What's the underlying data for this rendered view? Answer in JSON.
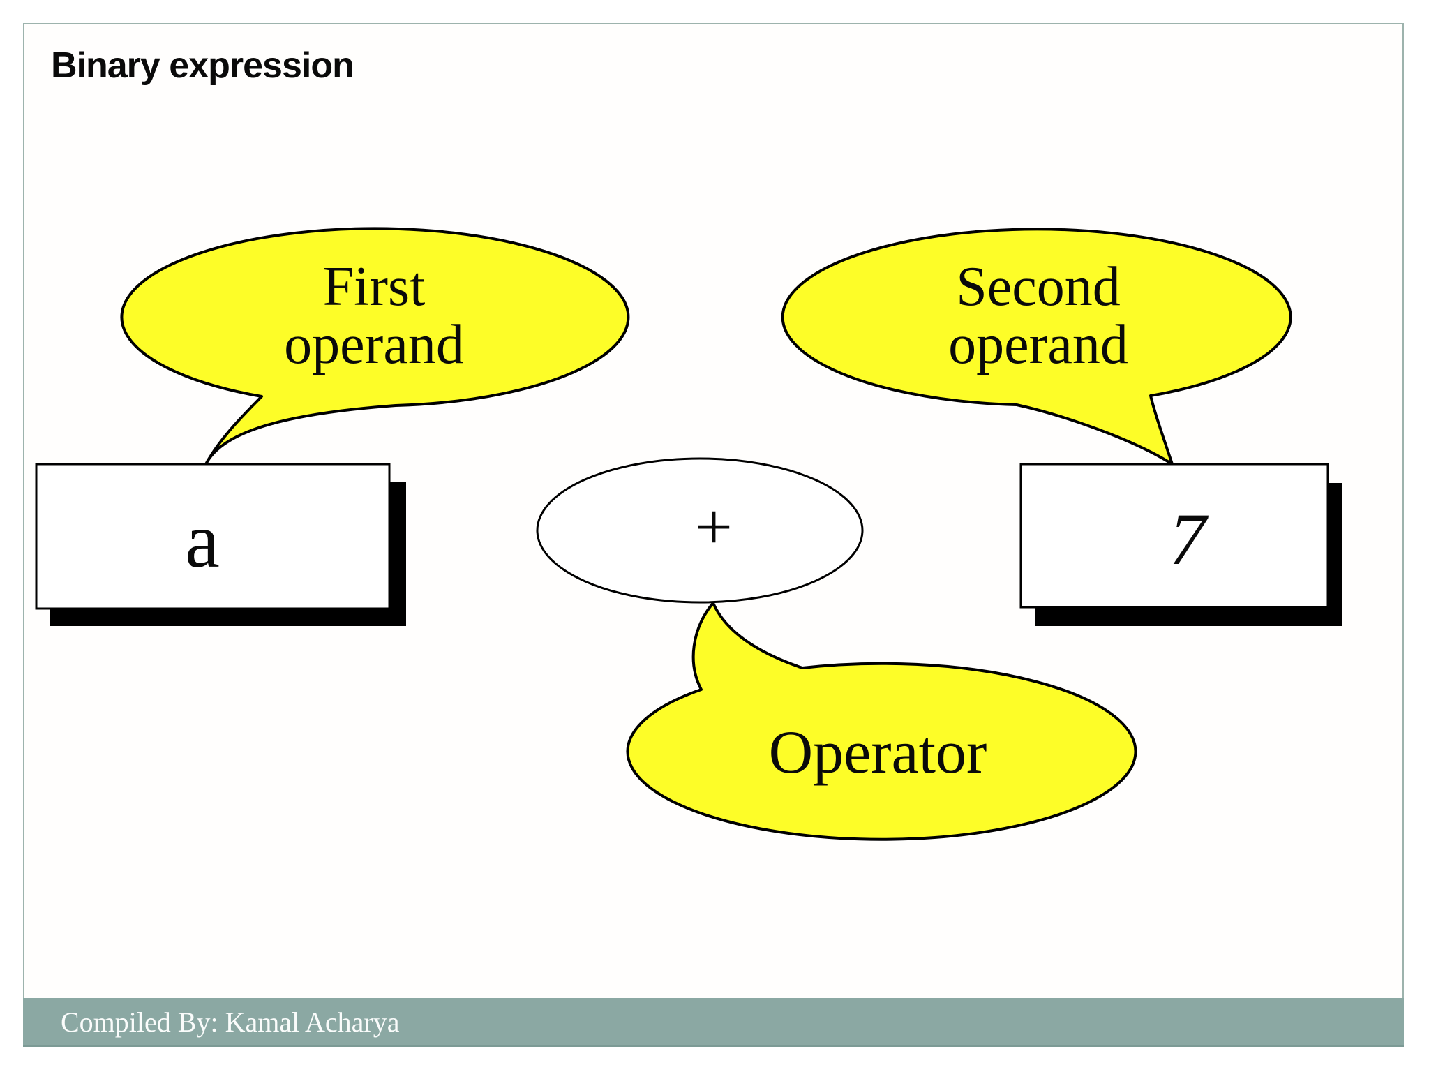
{
  "slide": {
    "title": "Binary expression",
    "footer": "Compiled By: Kamal Acharya"
  },
  "diagram": {
    "callouts": {
      "first": {
        "line1": "First",
        "line2": "operand"
      },
      "second": {
        "line1": "Second",
        "line2": "operand"
      },
      "operator": {
        "label": "Operator"
      }
    },
    "operands": {
      "first_value": "a",
      "second_value": "7"
    },
    "operator_symbol": "+"
  },
  "colors": {
    "callout_yellow": "#fdfd28",
    "outline_black": "#000000",
    "box_fill": "#ffffff",
    "shadow_black": "#000000",
    "footer_teal": "#8ba8a3",
    "slide_border": "#9db3ad",
    "footer_text": "#fafcfb",
    "text_black": "#0a0a0a"
  }
}
